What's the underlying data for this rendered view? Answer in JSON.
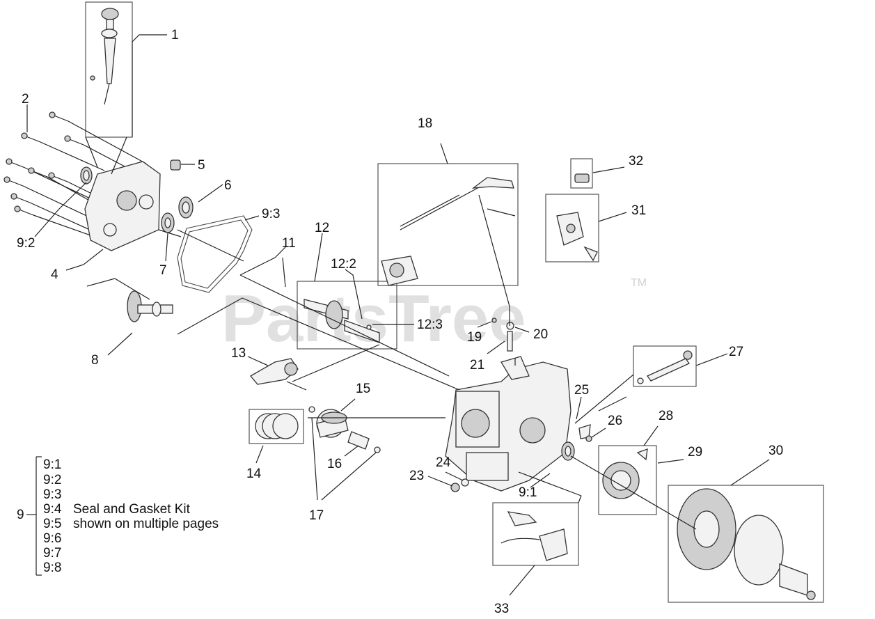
{
  "watermark": {
    "text": "PartsTree",
    "trademark": "TM"
  },
  "callouts": {
    "c1": "1",
    "c2": "2",
    "c4": "4",
    "c5": "5",
    "c6": "6",
    "c7": "7",
    "c8": "8",
    "c9_2": "9:2",
    "c9_3": "9:3",
    "c11": "11",
    "c12": "12",
    "c12_2": "12:2",
    "c12_3": "12:3",
    "c13": "13",
    "c14": "14",
    "c15": "15",
    "c16": "16",
    "c17": "17",
    "c18": "18",
    "c19": "19",
    "c20": "20",
    "c21": "21",
    "c23": "23",
    "c24": "24",
    "c25": "25",
    "c26": "26",
    "c27": "27",
    "c28": "28",
    "c29": "29",
    "c30": "30",
    "c31": "31",
    "c32": "32",
    "c33": "33",
    "c9_1": "9:1"
  },
  "kit_legend": {
    "number": "9",
    "items": [
      "9:1",
      "9:2",
      "9:3",
      "9:4",
      "9:5",
      "9:6",
      "9:7",
      "9:8"
    ],
    "description_line1": "Seal and Gasket Kit",
    "description_line2": "shown on multiple pages"
  }
}
